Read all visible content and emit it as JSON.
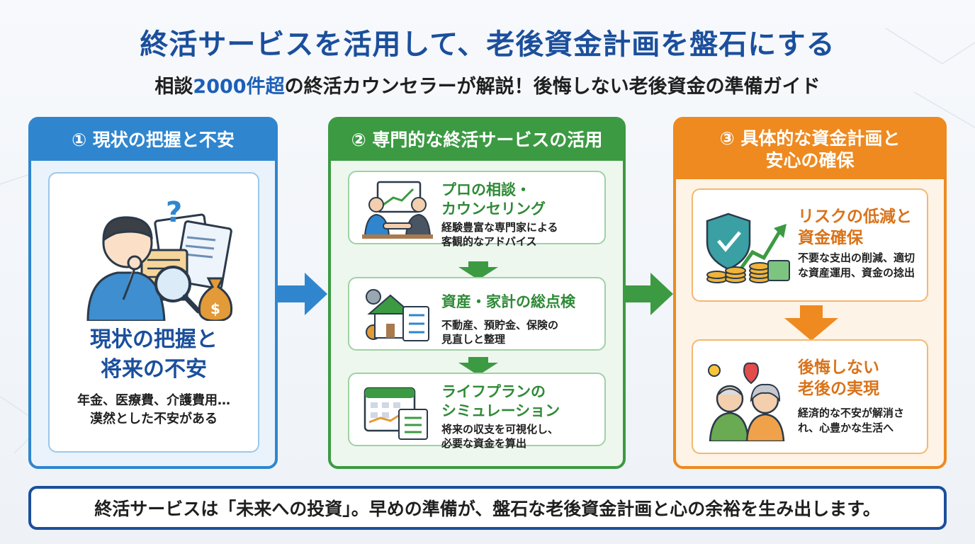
{
  "title": "終活サービスを活用して、老後資金計画を盤石にする",
  "subtitle": {
    "prefix": "相談",
    "highlight": "2000件超",
    "suffix": "の終活カウンセラーが解説！後悔しない老後資金の準備ガイド"
  },
  "colors": {
    "blue": "#2f86cf",
    "green": "#3c9a43",
    "orange": "#ee8a1f",
    "navy": "#1b4f9c"
  },
  "step1": {
    "header": "① 現状の把握と不安",
    "title_line1": "現状の把握と",
    "title_line2": "将来の不安",
    "desc_line1": "年金、医療費、介護費用…",
    "desc_line2": "漠然とした不安がある",
    "icons": [
      "thinking-person-icon",
      "question-mark-icon",
      "documents-icon",
      "magnifier-icon",
      "money-bag-icon"
    ]
  },
  "step2": {
    "header": "② 専門的な終活サービスの活用",
    "cards": [
      {
        "title_line1": "プロの相談・",
        "title_line2": "カウンセリング",
        "desc_line1": "経験豊富な専門家による",
        "desc_line2": "客観的なアドバイス",
        "icon": "consultation-handshake-icon"
      },
      {
        "title_line1": "資産・家計の総点検",
        "title_line2": "",
        "desc_line1": "不動産、預貯金、保険の",
        "desc_line2": "見直しと整理",
        "icon": "house-checklist-icon"
      },
      {
        "title_line1": "ライフプランの",
        "title_line2": "シミュレーション",
        "desc_line1": "将来の収支を可視化し、",
        "desc_line2": "必要な資金を算出",
        "icon": "calendar-plan-icon"
      }
    ]
  },
  "step3": {
    "header_line1": "③ 具体的な資金計画と",
    "header_line2": "安心の確保",
    "cards": [
      {
        "title_line1": "リスクの低減と",
        "title_line2": "資金確保",
        "desc_line1": "不要な支出の削減、適切",
        "desc_line2": "な資産運用、資金の捻出",
        "icon": "shield-growth-coins-icon"
      },
      {
        "title_line1": "後悔しない",
        "title_line2": "老後の実現",
        "desc_line1": "経済的な不安が解消さ",
        "desc_line2": "れ、心豊かな生活へ",
        "icon": "happy-elderly-couple-icon"
      }
    ]
  },
  "bottom_message": "終活サービスは「未来への投資」。早めの準備が、盤石な老後資金計画と心の余裕を生み出します。"
}
